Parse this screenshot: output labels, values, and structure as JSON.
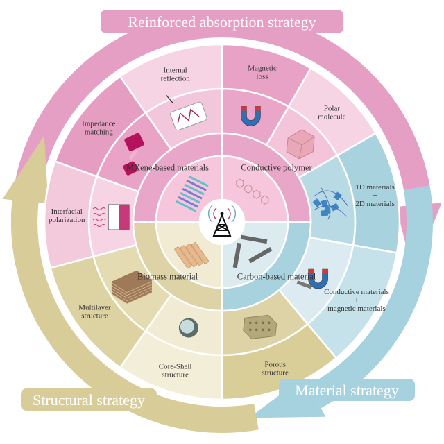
{
  "arrows": [
    {
      "label": "Reinforced absorption strategy",
      "color": "#e59fc4"
    },
    {
      "label": "Material strategy",
      "color": "#a6d1de"
    },
    {
      "label": "Structural strategy",
      "color": "#d8cd98"
    }
  ],
  "inner_ring": [
    {
      "label": "MXene-based materials",
      "inner_color": "#f6c7dc",
      "ring_color": "#e8a7c8",
      "icon": "mxene-layers-icon"
    },
    {
      "label": "Conductive polymer",
      "inner_color": "#f6c7dc",
      "ring_color": "#e8a7c8",
      "icon": "polymer-chain-icon"
    },
    {
      "label": "Carbon-based material",
      "inner_color": "#dcebf0",
      "ring_color": "#a9d2df",
      "icon": "carbon-nanotube-icon"
    },
    {
      "label": "Biomass material",
      "inner_color": "#f1ebd3",
      "ring_color": "#ddd3a6",
      "icon": "wood-planks-icon"
    }
  ],
  "outer_sectors": [
    {
      "lines": [
        "Magnetic",
        "loss"
      ],
      "icon": "magnet-icon",
      "mid_color": "#e9a6c8",
      "outer_color": "#e7a2c5"
    },
    {
      "lines": [
        "Polar",
        "molecule"
      ],
      "icon": "cube-icon",
      "mid_color": "#f3c4da",
      "outer_color": "#f6d4e4"
    },
    {
      "lines": [
        "1D materials",
        "+",
        "2D materials"
      ],
      "icon": "fiber-network-icon",
      "mid_color": "#b8dae5",
      "outer_color": "#a9d2df"
    },
    {
      "lines": [
        "Conductive materials",
        "+",
        "magnetic materials"
      ],
      "icon": "magnet-conductive-icon",
      "mid_color": "#dcebf1",
      "outer_color": "#c5e2eb"
    },
    {
      "lines": [
        "Porous",
        "structure"
      ],
      "icon": "porous-block-icon",
      "mid_color": "#ddd3a6",
      "outer_color": "#d9cd98"
    },
    {
      "lines": [
        "Core-Shell",
        "structure"
      ],
      "icon": "core-shell-sphere-icon",
      "mid_color": "#f1ebd3",
      "outer_color": "#f3eed8"
    },
    {
      "lines": [
        "Multilayer",
        "structure"
      ],
      "icon": "multilayer-block-icon",
      "mid_color": "#e4dbb3",
      "outer_color": "#ddd2a2"
    },
    {
      "lines": [
        "Interfacial",
        "polarization"
      ],
      "icon": "interface-polarization-icon",
      "mid_color": "#f6d4e4",
      "outer_color": "#f3c9dc"
    },
    {
      "lines": [
        "Impedance",
        "matching"
      ],
      "icon": "impedance-blocks-icon",
      "mid_color": "#e8a3c6",
      "outer_color": "#e59dc2"
    },
    {
      "lines": [
        "Internal",
        "reflection"
      ],
      "icon": "wave-reflection-icon",
      "mid_color": "#f3c7db",
      "outer_color": "#f6d4e4"
    }
  ],
  "center": {
    "icon": "antenna-tower-icon"
  }
}
